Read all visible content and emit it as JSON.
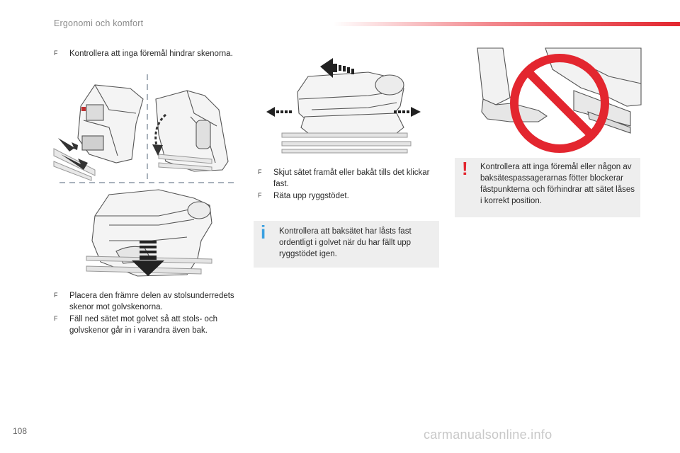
{
  "header": {
    "section_title": "Ergonomi och komfort",
    "accent_color": "#e3262f"
  },
  "col1": {
    "bullets_top": [
      {
        "marker": "F",
        "text": "Kontrollera att inga föremål hindrar skenorna."
      }
    ],
    "bullets_bottom": [
      {
        "marker": "F",
        "text": "Placera den främre delen av stolsunderredets skenor mot golvskenorna."
      },
      {
        "marker": "F",
        "text": "Fäll ned sätet mot golvet så att stols- och golvskenor går in i varandra även bak."
      }
    ]
  },
  "col2": {
    "bullets": [
      {
        "marker": "F",
        "text": "Skjut sätet framåt eller bakåt tills det klickar fast."
      },
      {
        "marker": "F",
        "text": "Räta upp ryggstödet."
      }
    ],
    "info": {
      "icon": "i",
      "icon_color": "#3aa0e0",
      "text": "Kontrollera att baksätet har låsts fast ordentligt i golvet när du har fällt upp ryggstödet igen."
    }
  },
  "col3": {
    "warning": {
      "icon": "!",
      "icon_color": "#e3262f",
      "text": "Kontrollera att inga föremål eller någon av baksätespassagerarnas fötter blockerar fästpunkterna och förhindrar att sätet låses i korrekt position."
    }
  },
  "footer": {
    "page_number": "108",
    "watermark": "carmanualsonline.info"
  }
}
